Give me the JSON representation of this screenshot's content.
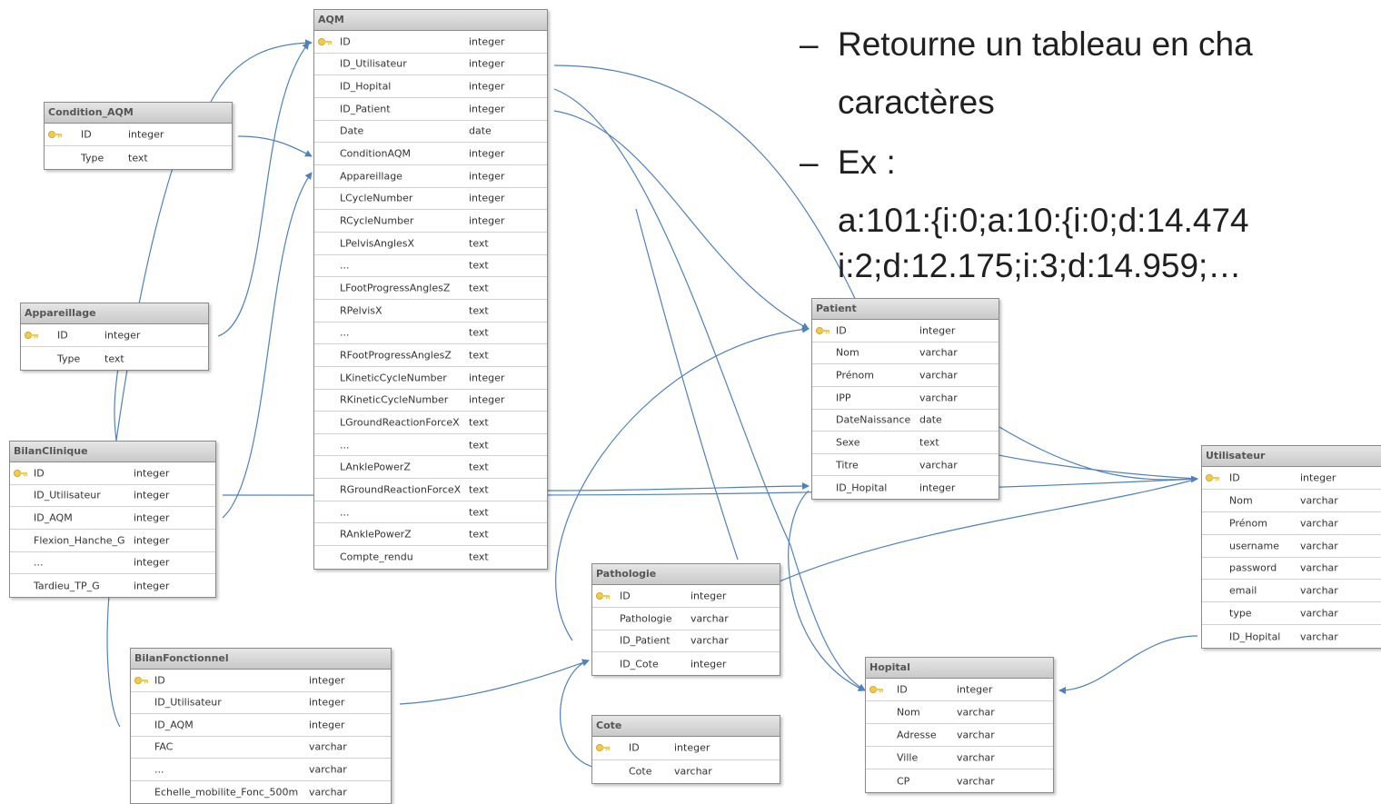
{
  "slide": {
    "bullet_mark": "–",
    "bullet1": "Retourne un tableau en cha",
    "bullet1_cont": "caractères",
    "bullet2": "Ex :",
    "example_line1": "a:101:{i:0;a:10:{i:0;d:14.474",
    "example_line2": "i:2;d:12.175;i:3;d:14.959;…"
  },
  "colors": {
    "link": "#4f81bd",
    "header_bg": "#cfcfcf",
    "key": "#f3c94a"
  },
  "icons": {
    "primary_key": "key-icon",
    "arrow": "arrowhead-icon"
  },
  "tables": {
    "aqm": {
      "title": "AQM",
      "fields": [
        {
          "name": "ID",
          "type": "integer",
          "key": true
        },
        {
          "name": "ID_Utilisateur",
          "type": "integer"
        },
        {
          "name": "ID_Hopital",
          "type": "integer"
        },
        {
          "name": "ID_Patient",
          "type": "integer"
        },
        {
          "name": "Date",
          "type": "date"
        },
        {
          "name": "ConditionAQM",
          "type": "integer"
        },
        {
          "name": "Appareillage",
          "type": "integer"
        },
        {
          "name": "LCycleNumber",
          "type": "integer"
        },
        {
          "name": "RCycleNumber",
          "type": "integer"
        },
        {
          "name": "LPelvisAnglesX",
          "type": "text"
        },
        {
          "name": "...",
          "type": "text"
        },
        {
          "name": "LFootProgressAnglesZ",
          "type": "text"
        },
        {
          "name": "RPelvisX",
          "type": "text"
        },
        {
          "name": "...",
          "type": "text"
        },
        {
          "name": "RFootProgressAnglesZ",
          "type": "text"
        },
        {
          "name": "LKineticCycleNumber",
          "type": "integer"
        },
        {
          "name": "RKineticCycleNumber",
          "type": "integer"
        },
        {
          "name": "LGroundReactionForceX",
          "type": "text"
        },
        {
          "name": "...",
          "type": "text"
        },
        {
          "name": "LAnklePowerZ",
          "type": "text"
        },
        {
          "name": "RGroundReactionForceX",
          "type": "text"
        },
        {
          "name": "...",
          "type": "text"
        },
        {
          "name": "RAnklePowerZ",
          "type": "text"
        },
        {
          "name": "Compte_rendu",
          "type": "text"
        }
      ]
    },
    "condition_aqm": {
      "title": "Condition_AQM",
      "fields": [
        {
          "name": "ID",
          "type": "integer",
          "key": true
        },
        {
          "name": "Type",
          "type": "text"
        }
      ]
    },
    "appareillage": {
      "title": "Appareillage",
      "fields": [
        {
          "name": "ID",
          "type": "integer",
          "key": true
        },
        {
          "name": "Type",
          "type": "text"
        }
      ]
    },
    "bilan_clinique": {
      "title": "BilanClinique",
      "fields": [
        {
          "name": "ID",
          "type": "integer",
          "key": true
        },
        {
          "name": "ID_Utilisateur",
          "type": "integer"
        },
        {
          "name": "ID_AQM",
          "type": "integer"
        },
        {
          "name": "Flexion_Hanche_G",
          "type": "integer"
        },
        {
          "name": "...",
          "type": "integer"
        },
        {
          "name": "Tardieu_TP_G",
          "type": "integer"
        }
      ]
    },
    "bilan_fonctionnel": {
      "title": "BilanFonctionnel",
      "fields": [
        {
          "name": "ID",
          "type": "integer",
          "key": true
        },
        {
          "name": "ID_Utilisateur",
          "type": "integer"
        },
        {
          "name": "ID_AQM",
          "type": "integer"
        },
        {
          "name": "FAC",
          "type": "varchar"
        },
        {
          "name": "...",
          "type": "varchar"
        },
        {
          "name": "Echelle_mobilite_Fonc_500m",
          "type": "varchar"
        }
      ]
    },
    "patient": {
      "title": "Patient",
      "fields": [
        {
          "name": "ID",
          "type": "integer",
          "key": true
        },
        {
          "name": "Nom",
          "type": "varchar"
        },
        {
          "name": "Prénom",
          "type": "varchar"
        },
        {
          "name": "IPP",
          "type": "varchar"
        },
        {
          "name": "DateNaissance",
          "type": "date"
        },
        {
          "name": "Sexe",
          "type": "text"
        },
        {
          "name": "Titre",
          "type": "varchar"
        },
        {
          "name": "ID_Hopital",
          "type": "integer"
        }
      ]
    },
    "pathologie": {
      "title": "Pathologie",
      "fields": [
        {
          "name": "ID",
          "type": "integer",
          "key": true
        },
        {
          "name": "Pathologie",
          "type": "varchar"
        },
        {
          "name": "ID_Patient",
          "type": "varchar"
        },
        {
          "name": "ID_Cote",
          "type": "integer"
        }
      ]
    },
    "cote": {
      "title": "Cote",
      "fields": [
        {
          "name": "ID",
          "type": "integer",
          "key": true
        },
        {
          "name": "Cote",
          "type": "varchar"
        }
      ]
    },
    "hopital": {
      "title": "Hopital",
      "fields": [
        {
          "name": "ID",
          "type": "integer",
          "key": true
        },
        {
          "name": "Nom",
          "type": "varchar"
        },
        {
          "name": "Adresse",
          "type": "varchar"
        },
        {
          "name": "Ville",
          "type": "varchar"
        },
        {
          "name": "CP",
          "type": "varchar"
        }
      ]
    },
    "utilisateur": {
      "title": "Utilisateur",
      "fields": [
        {
          "name": "ID",
          "type": "integer",
          "key": true
        },
        {
          "name": "Nom",
          "type": "varchar"
        },
        {
          "name": "Prénom",
          "type": "varchar"
        },
        {
          "name": "username",
          "type": "varchar"
        },
        {
          "name": "password",
          "type": "varchar"
        },
        {
          "name": "email",
          "type": "varchar"
        },
        {
          "name": "type",
          "type": "varchar"
        },
        {
          "name": "ID_Hopital",
          "type": "varchar"
        }
      ]
    }
  }
}
